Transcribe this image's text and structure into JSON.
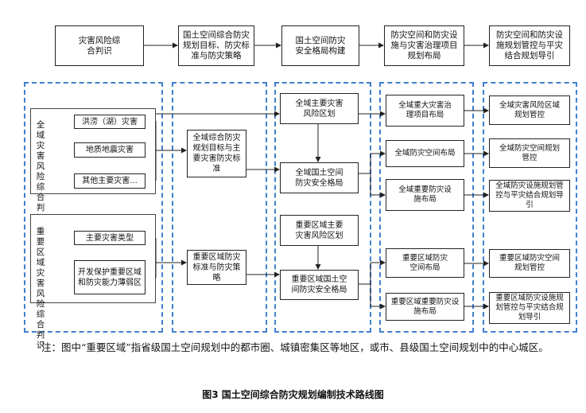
{
  "header": {
    "steps": [
      "灾害风险综合判识",
      "国土空间综合防灾规划目标、防灾标准与防灾策略",
      "国土空间防灾安全格局构建",
      "防灾空间和防灾设施与灾害治理项目规划布局",
      "防灾空间和防灾设施规划管控与平灾结合规划导引"
    ]
  },
  "col1": {
    "group1_label": "全域灾害风险综合判识",
    "group1_items": [
      "洪涝（湖）灾害",
      "地质地震灾害",
      "其他主要灾害..."
    ],
    "group2_label": "重要区域灾害风险综合判识",
    "group2_items": [
      "主要灾害类型",
      "开发保护重要区域和防灾能力薄弱区"
    ]
  },
  "col2": {
    "items": [
      "全域综合防灾规划目标与主要灾害防灾标准",
      "重要区域防灾标准与防灾策略"
    ]
  },
  "col3": {
    "items": [
      "全域主要灾害风险区划",
      "全域国土空间防灾安全格局",
      "重要区域主要灾害风险区划",
      "重要区域国土空间防灾安全格局"
    ]
  },
  "col4": {
    "items": [
      "全域重大灾害治理项目布局",
      "全域防灾空间布局",
      "全域重要防灾设施布局",
      "重要区域防灾空间布局",
      "重要区域重要防灾设施布局"
    ]
  },
  "col5": {
    "items": [
      "全域灾害风险区域规划管控",
      "全域防灾空间规划管控",
      "全域防灾设施规划管控与平灾结合规划导引",
      "重要区域防灾空间规划管控",
      "重要区域防灾设施规划管控与平灾结合规划导引"
    ]
  },
  "note": "注：图中“重要区域”指省级国土空间规划中的都市圈、城镇密集区等地区，或市、县级国土空间规划中的中心城区。",
  "caption": "图3  国土空间综合防灾规划编制技术路线图",
  "colors": {
    "dash": "#3f7fd0",
    "line": "#222222"
  }
}
